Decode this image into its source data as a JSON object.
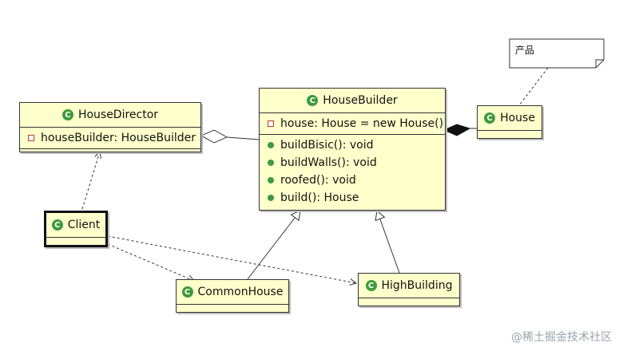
{
  "note": {
    "text": "产品"
  },
  "classes": {
    "house_director": {
      "name": "HouseDirector",
      "fields": [
        "houseBuilder: HouseBuilder"
      ]
    },
    "house_builder": {
      "name": "HouseBuilder",
      "fields": [
        "house: House = new House()"
      ],
      "methods": [
        "buildBisic(): void",
        "buildWalls(): void",
        "roofed(): void",
        "build(): House"
      ]
    },
    "house": {
      "name": "House"
    },
    "client": {
      "name": "Client"
    },
    "common_house": {
      "name": "CommonHouse"
    },
    "high_building": {
      "name": "HighBuilding"
    }
  },
  "class_icon_letter": "C",
  "icons": {
    "class": "class-icon",
    "field": "private-field-icon",
    "method": "public-method-icon"
  },
  "colors": {
    "class_fill": "#ffffcc",
    "class_icon": "#3e9a3e",
    "field_icon": "#c0392b",
    "watermark": "#9aa3ad"
  },
  "watermark": "@稀土掘金技术社区"
}
